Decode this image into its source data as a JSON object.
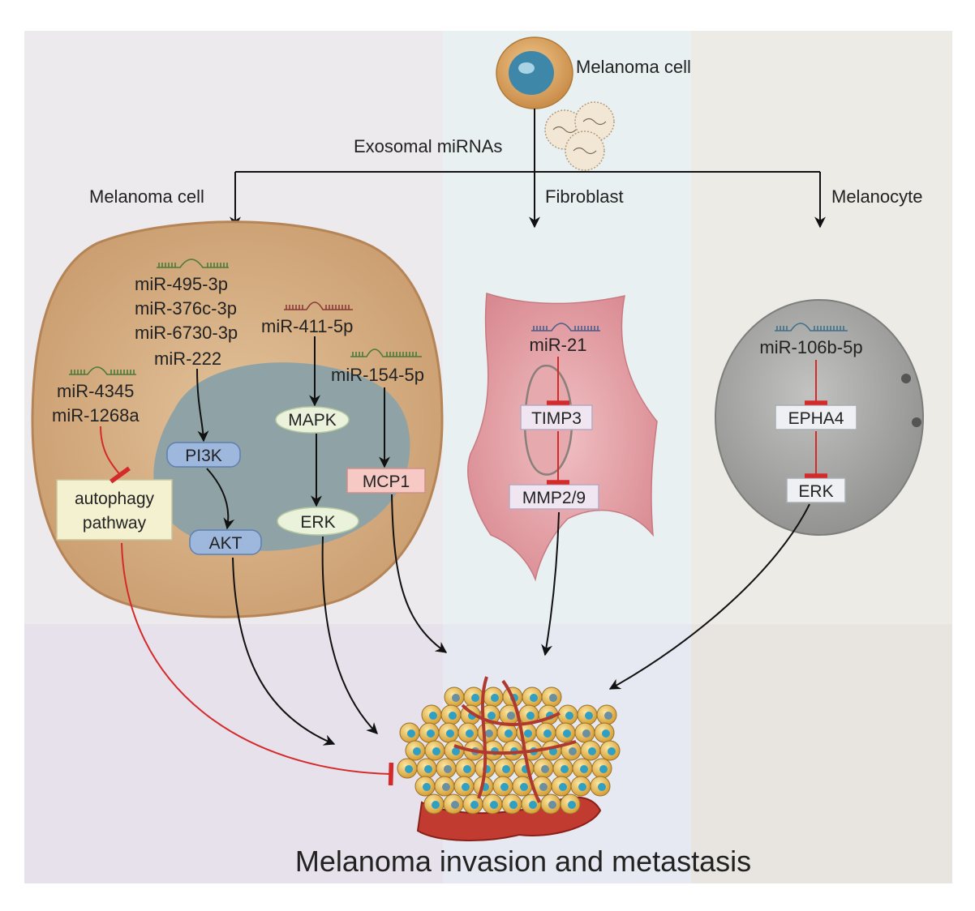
{
  "source": {
    "label": "Melanoma cell",
    "vesicles_label": "Exosomal miRNAs"
  },
  "targets": {
    "melanoma_cell": "Melanoma cell",
    "fibroblast": "Fibroblast",
    "melanocyte": "Melanocyte"
  },
  "melanoma_panel": {
    "mirna_group_1": [
      "miR-495-3p",
      "miR-376c-3p",
      "miR-6730-3p",
      "miR-222"
    ],
    "mirna_411": "miR-411-5p",
    "mirna_154": "miR-154-5p",
    "mirna_group_2": [
      "miR-4345",
      "miR-1268a"
    ],
    "pi3k": "PI3K",
    "akt": "AKT",
    "mapk": "MAPK",
    "erk": "ERK",
    "mcp1": "MCP1",
    "autophagy": [
      "autophagy",
      "pathway"
    ]
  },
  "fibroblast_panel": {
    "mirna": "miR-21",
    "timp3": "TIMP3",
    "mmp": "MMP2/9"
  },
  "melanocyte_panel": {
    "mirna": "miR-106b-5p",
    "epha4": "EPHA4",
    "erk": "ERK"
  },
  "outcome": {
    "title": "Melanoma invasion and metastasis"
  },
  "colors": {
    "activation": "#111111",
    "inhibition": "#d42a2a",
    "cell_fill": "#d9b48a",
    "nucleus_fill": "#8fa3a6",
    "pill_blue": "#9db7dd",
    "box_yellow": "#f4f1d0",
    "box_pink": "#f6c9c4",
    "fibroblast_fill": "#de9aa0",
    "melanocyte_fill": "#a9a9a9"
  }
}
